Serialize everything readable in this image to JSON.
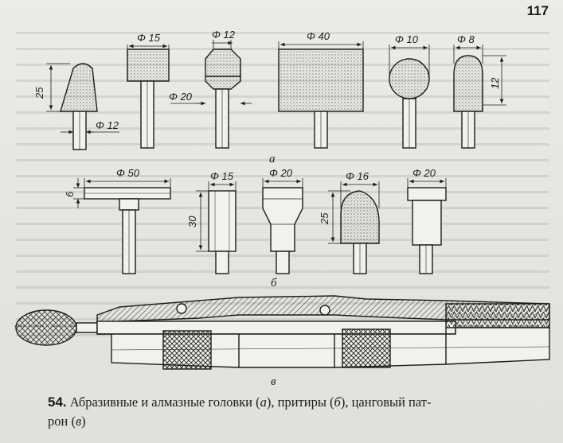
{
  "page_number": "117",
  "figure": {
    "number": "54.",
    "caption_line1_pre": "Абразивные и алмазные головки (",
    "caption_a": "а",
    "caption_line1_mid1": "), притиры (",
    "caption_b": "б",
    "caption_line1_mid2": "), цанговый пат-",
    "caption_line2_pre": "рон (",
    "caption_c": "в",
    "caption_line2_post": ")"
  },
  "panel_labels": {
    "a": "а",
    "b": "б",
    "c": "в"
  },
  "dims_a": {
    "h1_height": "25",
    "h1_shank": "Φ 12",
    "h2_diam": "Φ 15",
    "h3_top": "Φ 12",
    "h3_mid": "Φ 20",
    "h4_diam": "Φ 40",
    "h5_diam": "Φ 10",
    "h6_diam": "Φ 8",
    "h6_height": "12"
  },
  "dims_b": {
    "p1_diam": "Φ 50",
    "p1_thick": "6",
    "p2_diam": "Φ 15",
    "p2_height": "30",
    "p3_diam": "Φ 20",
    "p4_diam": "Φ 16",
    "p4_height": "25",
    "p5_diam": "Φ 20"
  }
}
